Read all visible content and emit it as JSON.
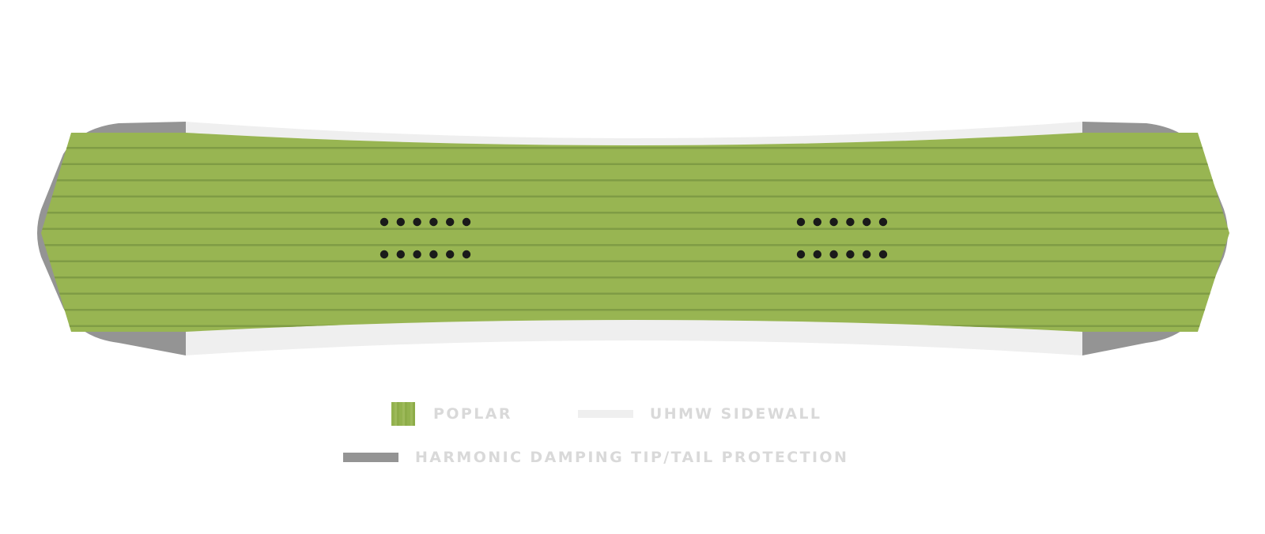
{
  "colors": {
    "poplar": "#98b552",
    "poplar_stripe": "#7f9c45",
    "sidewall": "#efefef",
    "damping": "#949494",
    "insert": "#1a1a1a",
    "legend_text": "#d9d9d9",
    "background": "#ffffff"
  },
  "board": {
    "core_material": "poplar",
    "insert_pattern": "2 rows of 6 inserts per binding zone, 2 binding zones"
  },
  "legend": {
    "row1": [
      {
        "label": "POPLAR",
        "swatch": "poplar"
      },
      {
        "label": "UHMW SIDEWALL",
        "swatch": "sidewall"
      }
    ],
    "row2": [
      {
        "label": "HARMONIC DAMPING TIP/TAIL PROTECTION",
        "swatch": "damping"
      }
    ]
  }
}
